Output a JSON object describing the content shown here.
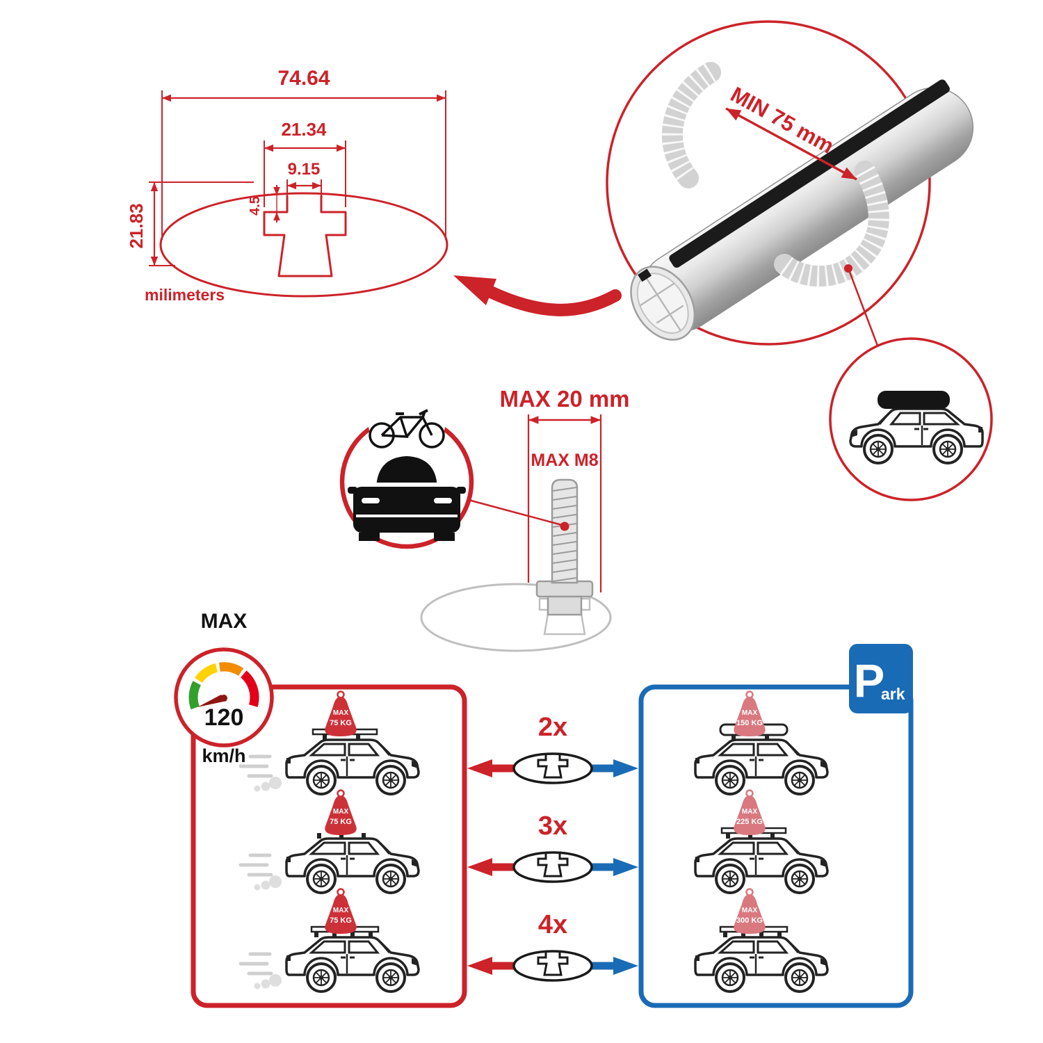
{
  "colors": {
    "red": "#cc2229",
    "blue": "#1a6bb5",
    "gray_profile": "#bfbfbf",
    "sign_driving": "#cd3138",
    "sign_parked": "#d9787f",
    "black": "#1a1a1a"
  },
  "technical_drawing": {
    "dim_total_width": "74.64",
    "dim_slot_outer": "21.34",
    "dim_slot_inner": "9.15",
    "dim_step": "4.5",
    "dim_height": "21.83",
    "unit_label": "milimeters"
  },
  "bar_detail": {
    "min_span": "MIN 75 mm"
  },
  "bolt": {
    "max_length": "MAX 20 mm",
    "max_thread": "MAX M8"
  },
  "speed": {
    "label": "MAX",
    "value": "120",
    "unit": "km/h"
  },
  "parking_sign": {
    "p": "P",
    "ark": "ark"
  },
  "multipliers": [
    {
      "label": "2x"
    },
    {
      "label": "3x"
    },
    {
      "label": "4x"
    }
  ],
  "driving_cars": [
    {
      "sign_max": "MAX",
      "sign_load": "75 KG"
    },
    {
      "sign_max": "MAX",
      "sign_load": "75 KG"
    },
    {
      "sign_max": "MAX",
      "sign_load": "75 KG"
    }
  ],
  "parked_cars": [
    {
      "sign_max": "MAX",
      "sign_load": "150 KG"
    },
    {
      "sign_max": "MAX",
      "sign_load": "225 KG"
    },
    {
      "sign_max": "MAX",
      "sign_load": "300 KG"
    }
  ]
}
